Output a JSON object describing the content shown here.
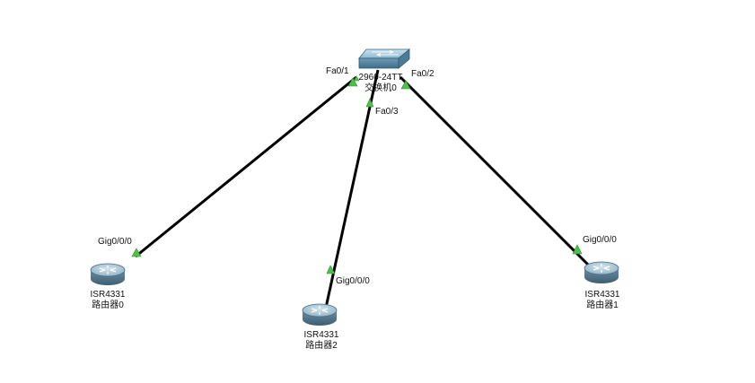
{
  "colors": {
    "link": "#000000",
    "port_indicator": "#4cc24c",
    "router_body": "#4d6f85",
    "switch_body": "#5f8ea9"
  },
  "devices": [
    {
      "id": "switch0",
      "icon": "switch-icon",
      "model": "2960-24TT",
      "name": "交换机0"
    },
    {
      "id": "router0",
      "icon": "router-icon",
      "model": "ISR4331",
      "name": "路由器0"
    },
    {
      "id": "router2",
      "icon": "router-icon",
      "model": "ISR4331",
      "name": "路由器2"
    },
    {
      "id": "router1",
      "icon": "router-icon",
      "model": "ISR4331",
      "name": "路由器1"
    }
  ],
  "links": [
    {
      "from": "switch0",
      "from_port": "Fa0/1",
      "to": "router0",
      "to_port": "Gig0/0/0"
    },
    {
      "from": "switch0",
      "from_port": "Fa0/3",
      "to": "router2",
      "to_port": "Gig0/0/0"
    },
    {
      "from": "switch0",
      "from_port": "Fa0/2",
      "to": "router1",
      "to_port": "Gig0/0/0"
    }
  ]
}
